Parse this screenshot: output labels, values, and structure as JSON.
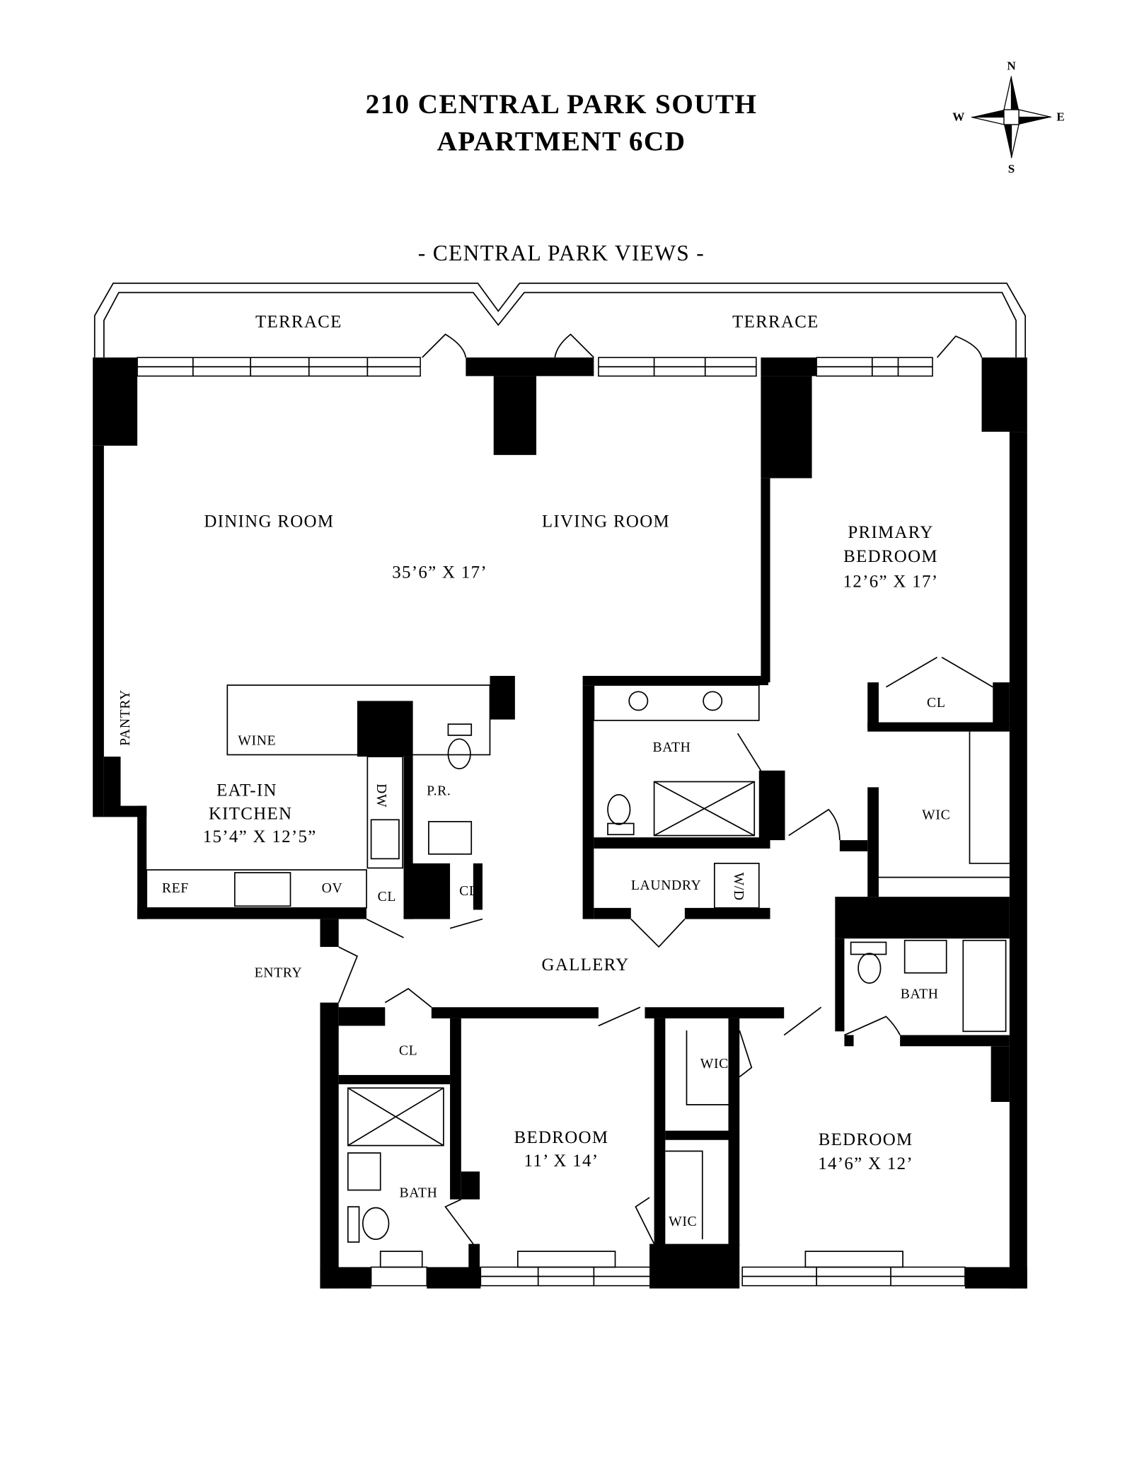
{
  "header": {
    "building": "210 CENTRAL PARK SOUTH",
    "apartment": "APARTMENT 6CD",
    "views": "- CENTRAL PARK VIEWS -"
  },
  "compass": {
    "n": "N",
    "s": "S",
    "e": "E",
    "w": "W"
  },
  "rooms": {
    "terrace_west": "TERRACE",
    "terrace_east": "TERRACE",
    "dining": "DINING ROOM",
    "living": "LIVING ROOM",
    "living_dining_size": "35’6” X 17’",
    "primary_l1": "PRIMARY",
    "primary_l2": "BEDROOM",
    "primary_size": "12’6” X 17’",
    "primary_closet": "CL",
    "primary_bath": "BATH",
    "primary_wic": "WIC",
    "pantry": "PANTRY",
    "wine": "WINE",
    "kitchen_l1": "EAT-IN",
    "kitchen_l2": "KITCHEN",
    "kitchen_size": "15’4” X 12’5”",
    "dw": "DW",
    "powder_room": "P.R.",
    "ref": "REF",
    "ov": "OV",
    "closet_kitchen": "CL",
    "closet_pr": "CL",
    "laundry": "LAUNDRY",
    "wd": "W/D",
    "entry": "ENTRY",
    "gallery": "GALLERY",
    "bath_east": "BATH",
    "closet_entry": "CL",
    "wic_mid_upper": "WIC",
    "bedroom2": "BEDROOM",
    "bedroom2_size": "11’ X 14’",
    "bedroom3": "BEDROOM",
    "bedroom3_size": "14’6” X 12’",
    "bath_west": "BATH",
    "wic_mid_lower": "WIC"
  }
}
